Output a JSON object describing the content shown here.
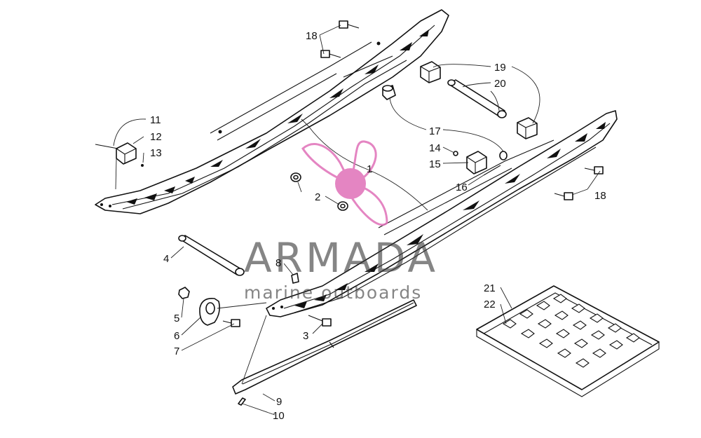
{
  "watermark": {
    "brand": "ARMADA",
    "tagline": "marine outboards",
    "logo_icon": "propeller-icon",
    "logo_color": "#e070b8"
  },
  "callouts": {
    "c1": "1",
    "c2": "2",
    "c3": "3",
    "c4": "4",
    "c5": "5",
    "c6": "6",
    "c7": "7",
    "c8": "8",
    "c9": "9",
    "c10": "10",
    "c11": "11",
    "c12": "12",
    "c13": "13",
    "c14": "14",
    "c15": "15",
    "c16": "16",
    "c17": "17",
    "c18a": "18",
    "c18b": "18",
    "c19": "19",
    "c20": "20",
    "c21": "21",
    "c22": "22"
  }
}
